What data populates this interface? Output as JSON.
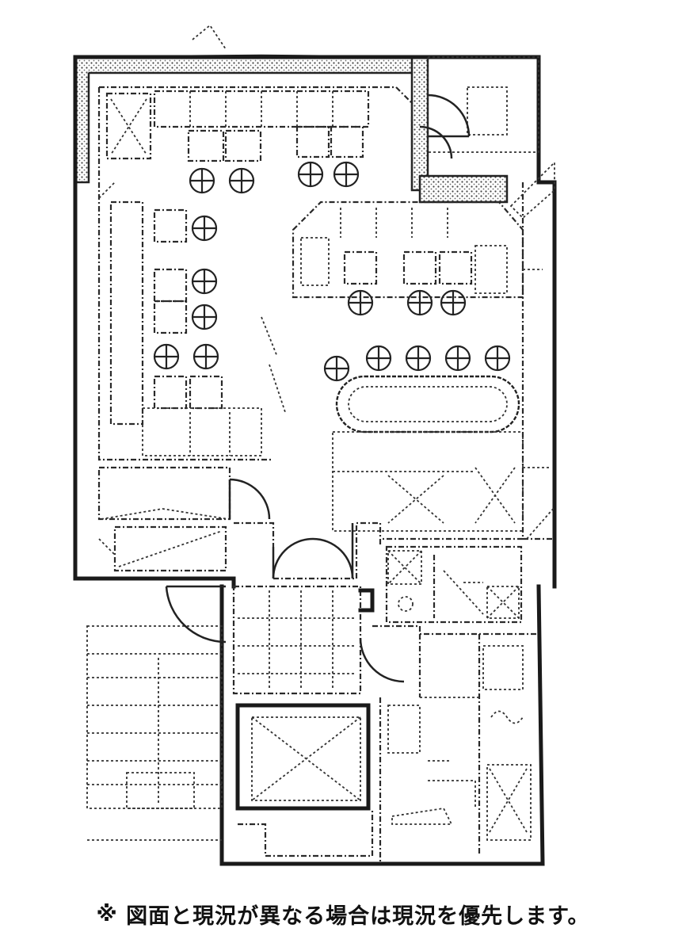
{
  "diagram": {
    "kind": "floor-plan",
    "line_color": "#1a1a1a",
    "background": "#ffffff",
    "style": "dotted-scan"
  },
  "note": {
    "mark": "※",
    "text": "図面と現況が異なる場合は現況を優先します。"
  }
}
